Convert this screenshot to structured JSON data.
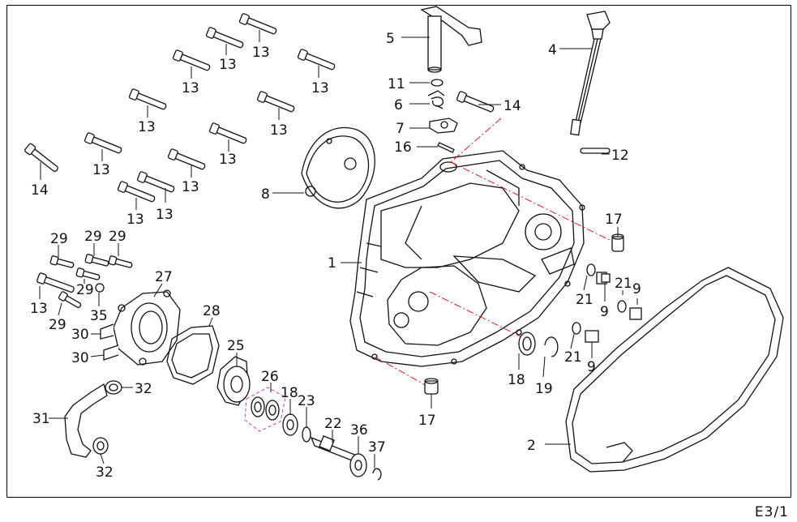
{
  "page_code": "E3/1",
  "callouts": {
    "p1": "1",
    "p2": "2",
    "p4": "4",
    "p5": "5",
    "p6": "6",
    "p7": "7",
    "p8": "8",
    "p9": "9",
    "p11": "11",
    "p12": "12",
    "p13": "13",
    "p14": "14",
    "p16": "16",
    "p17": "17",
    "p18": "18",
    "p19": "19",
    "p21": "21",
    "p22": "22",
    "p23": "23",
    "p25": "25",
    "p26": "26",
    "p27": "27",
    "p28": "28",
    "p29": "29",
    "p30": "30",
    "p31": "31",
    "p32": "32",
    "p35": "35",
    "p36": "36",
    "p37": "37"
  },
  "colors": {
    "line": "#111111",
    "centerline": "#d0202a",
    "group_box": "#c040c0"
  }
}
